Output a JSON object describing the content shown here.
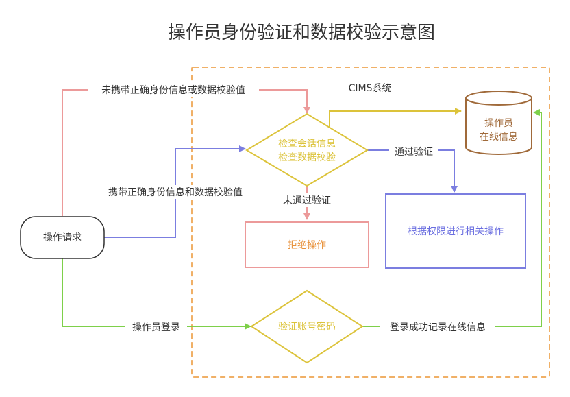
{
  "title": "操作员身份验证和数据校验示意图",
  "system": {
    "label": "CIMS系统"
  },
  "nodes": {
    "request": "操作请求",
    "check_line1": "检查会话信息",
    "check_line2": "检查数据校验",
    "db_line1": "操作员",
    "db_line2": "在线信息",
    "reject": "拒绝操作",
    "operate": "根据权限进行相关操作",
    "verify": "验证账号密码"
  },
  "edges": {
    "without_valid": "未携带正确身份信息或数据校验值",
    "with_valid": "携带正确身份信息和数据校验值",
    "passed": "通过验证",
    "not_passed": "未通过验证",
    "login": "操作员登录",
    "login_success": "登录成功记录在线信息"
  },
  "colors": {
    "red": "#ec9a9a",
    "blue": "#7b7ee0",
    "yellow": "#dcc33a",
    "green": "#7ed04a",
    "orange_dash": "#f0b067",
    "brown": "#a06a3a",
    "reject_text": "#e8913a",
    "operate_text": "#6a6ee0"
  }
}
